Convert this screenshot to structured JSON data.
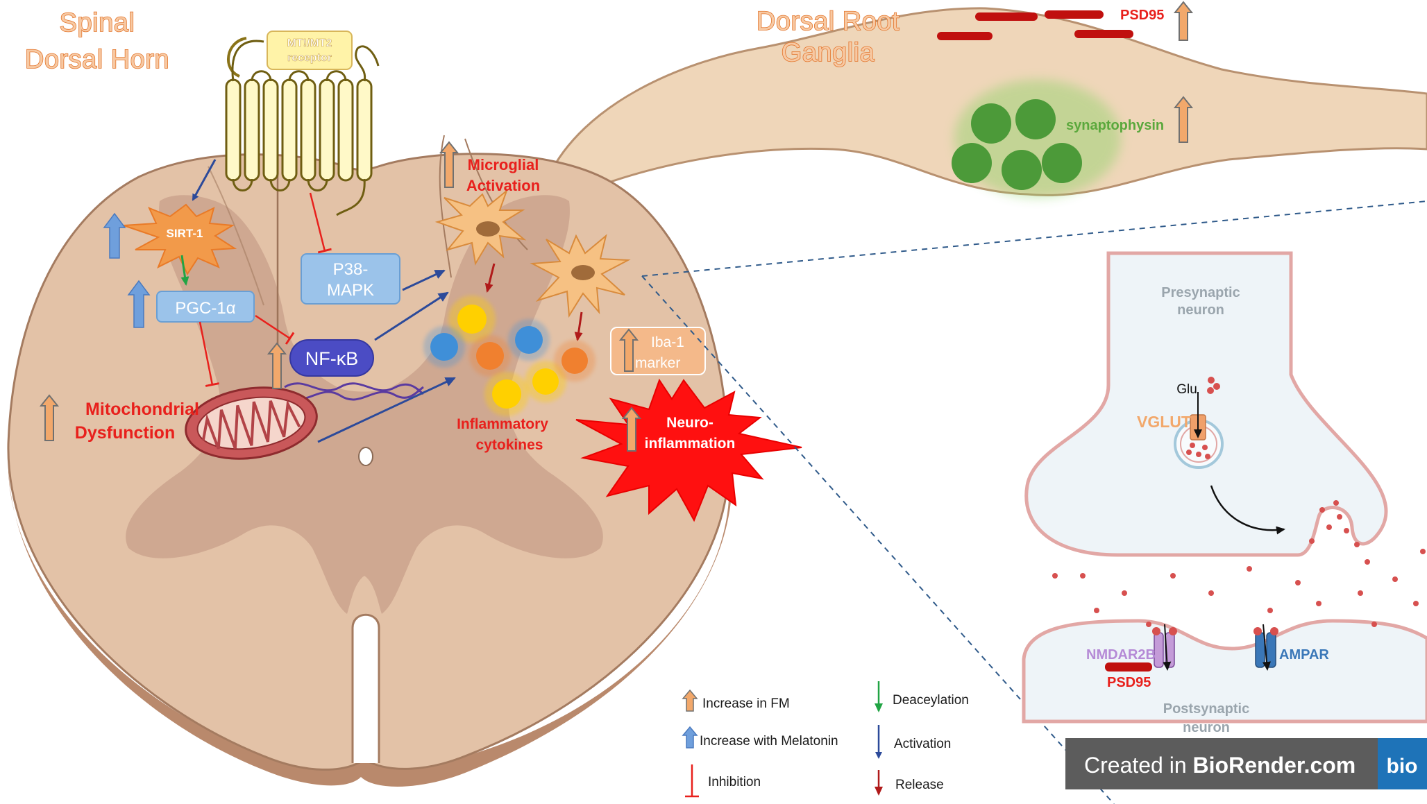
{
  "regions": {
    "spinal_dorsal_horn": [
      "Spinal",
      "Dorsal Horn"
    ],
    "dorsal_root_ganglia": [
      "Dorsal Root",
      "Ganglia"
    ]
  },
  "receptor": [
    "MT!/MT2",
    "receptor"
  ],
  "molecules": {
    "sirt1": "SIRT-1",
    "pgc1a": "PGC-1α",
    "p38": [
      "P38-",
      "MAPK"
    ],
    "nfkb": "NF-κB",
    "iba1": [
      "Iba-1",
      "marker"
    ]
  },
  "processes": {
    "mito": [
      "Mitochondrial",
      "Dysfunction"
    ],
    "microglia": [
      "Microglial",
      "Activation"
    ],
    "cytokines": [
      "Inflammatory",
      "cytokines"
    ],
    "neuroinflammation": [
      "Neuro-",
      "inflammation"
    ]
  },
  "drg_markers": {
    "psd95": "PSD95",
    "synaptophysin": "synaptophysin"
  },
  "synapse": {
    "presynaptic": [
      "Presynaptic",
      "neuron"
    ],
    "postsynaptic": [
      "Postsynaptic",
      "neuron"
    ],
    "glu": "Glu",
    "vglut": "VGLUT",
    "nmdar2b": "NMDAR2B",
    "psd95": "PSD95",
    "ampar": "AMPAR"
  },
  "legend": {
    "increase_fm": "Increase in FM",
    "increase_melatonin": "Increase with Melatonin",
    "inhibition": "Inhibition",
    "deacetylation": "Deaceylation",
    "activation": "Activation",
    "release": "Release"
  },
  "watermark": {
    "created_in": "Created in ",
    "brand": "BioRender.com",
    "logo": "bio"
  },
  "colors": {
    "tissue": "#e3c2a7",
    "gray_matter": "#cfa891",
    "increase_fm": "#f2a86b",
    "increase_melatonin": "#6f9fdc",
    "inhibition": "#e8201c",
    "activation": "#2c4a9a",
    "deacetylation": "#21a444",
    "release": "#b01a1a",
    "microglia": "#f6c183",
    "cytokine_yellow": "#ffd000",
    "cytokine_orange": "#f0802f",
    "cytokine_blue": "#3f8fd8"
  }
}
